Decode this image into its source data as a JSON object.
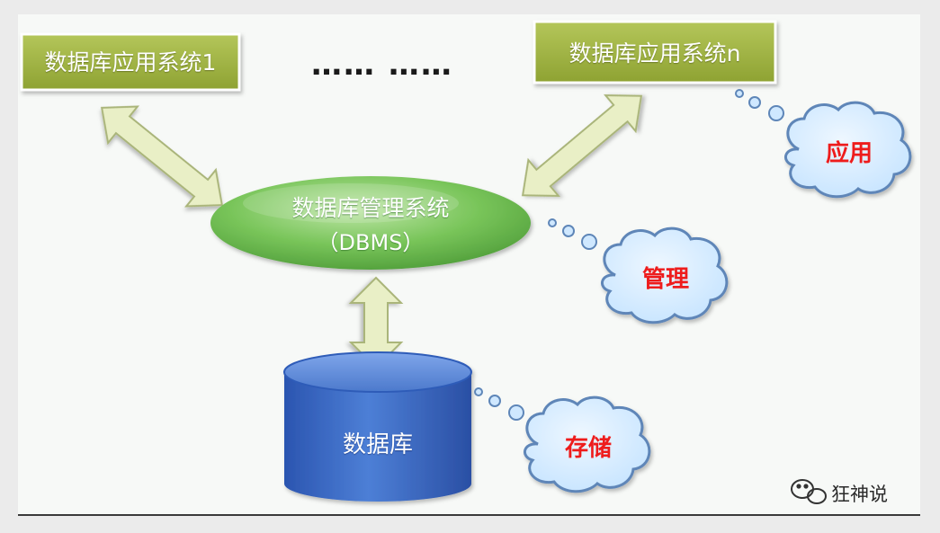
{
  "diagram": {
    "app_system_1": "数据库应用系统1",
    "app_system_n": "数据库应用系统n",
    "ellipsis": "…… ……",
    "dbms_name": "数据库管理系统",
    "dbms_abbr": "（DBMS）",
    "database": "数据库",
    "cloud_application": "应用",
    "cloud_management": "管理",
    "cloud_storage": "存储"
  },
  "watermark": {
    "icon": "wechat-icon",
    "text": "狂神说"
  },
  "colors": {
    "app_box": "#9aae3c",
    "arrow_fill": "#e9efc6",
    "dbms_ellipse": "#6fbf50",
    "database_cylinder": "#3f6fc8",
    "cloud_fill": "#d6ecff",
    "cloud_text": "#ee1c1c"
  }
}
